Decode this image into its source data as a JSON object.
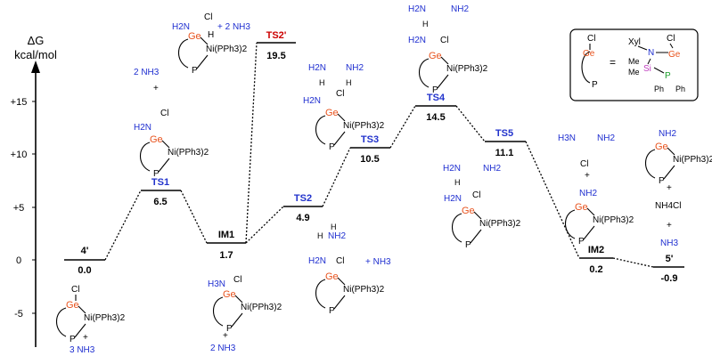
{
  "axis": {
    "title": "ΔG",
    "unit": "kcal/mol",
    "ticks": [
      "+15",
      "+10",
      "+5",
      "0",
      "-5"
    ]
  },
  "chart_data": {
    "type": "line",
    "ylabel": "ΔG kcal/mol",
    "ylim": [
      -8,
      18
    ],
    "points": [
      {
        "label": "4'",
        "value": "0.0",
        "y": 0.0
      },
      {
        "label": "TS1",
        "value": "6.5",
        "y": 6.5
      },
      {
        "label": "IM1",
        "value": "1.7",
        "y": 1.7
      },
      {
        "label": "TS2'",
        "value": "19.5",
        "y": 19.5
      },
      {
        "label": "TS2",
        "value": "4.9",
        "y": 4.9
      },
      {
        "label": "TS3",
        "value": "10.5",
        "y": 10.5
      },
      {
        "label": "TS4",
        "value": "14.5",
        "y": 14.5
      },
      {
        "label": "TS5",
        "value": "11.1",
        "y": 11.1
      },
      {
        "label": "IM2",
        "value": "0.2",
        "y": 0.2
      },
      {
        "label": "5'",
        "value": "-0.9",
        "y": -0.9
      }
    ]
  },
  "colors": {
    "ts_label": "#2233cc",
    "ts2prime_label": "#cc0000",
    "nitrogen": "#1f2fd0",
    "germanium": "#e8531e",
    "silicon": "#c040c0",
    "phosphorus": "#1a9e2a"
  },
  "text": {
    "ge": "Ge",
    "ni": "Ni(PPh3)2",
    "p": "P",
    "cl": "Cl",
    "h": "H",
    "h2n": "H2N",
    "h3n": "H3N",
    "nh2": "NH2",
    "nh3": "NH3",
    "nh4cl": "NH4Cl",
    "plus": "+",
    "two_nh3": "2 NH3",
    "three_nh3": "3 NH3",
    "plus_two_nh3": "+ 2 NH3",
    "plus_nh3": "+ NH3",
    "xyl": "Xyl",
    "n": "N",
    "me": "Me",
    "si": "Si",
    "ph": "Ph",
    "equals": "="
  }
}
